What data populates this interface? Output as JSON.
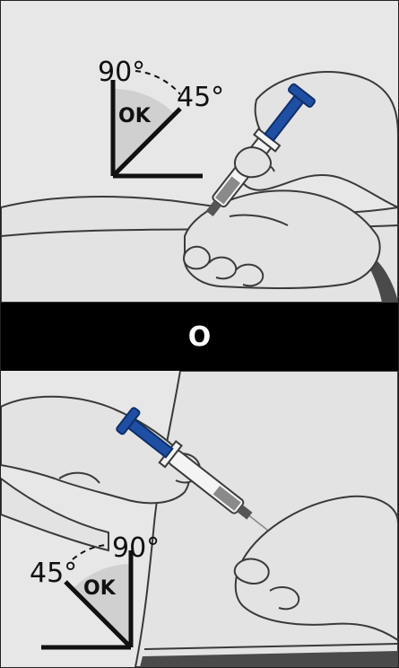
{
  "top_panel": {
    "label_90": "90°",
    "label_45": "45°",
    "label_ok": "OK"
  },
  "divider": {
    "text": "O"
  },
  "bottom_panel": {
    "label_45": "45°",
    "label_90": "90°",
    "label_ok": "OK"
  },
  "colors": {
    "skin_fill": "#e3e3e3",
    "outline": "#3a3a3a",
    "plunger_blue": "#1f4fa3",
    "ok_wedge": "#d0d0d0",
    "divider_bg": "#000000"
  }
}
